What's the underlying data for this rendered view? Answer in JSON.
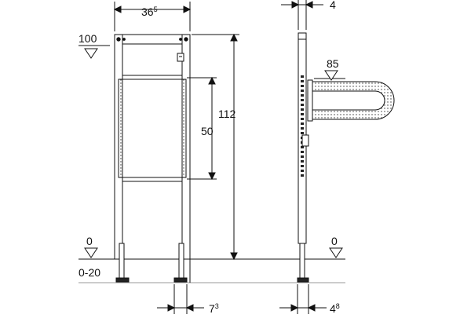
{
  "dimensions": {
    "frame_width": {
      "base": "36",
      "sup": "5"
    },
    "frame_height": "112",
    "frame_opening": "50",
    "top_level": "100",
    "floor_left": "0",
    "floor_range": "0-20",
    "foot_width": {
      "base": "7",
      "sup": "3"
    },
    "side_depth_top": "4",
    "handle_height": "85",
    "floor_right": "0",
    "side_depth_bottom": {
      "base": "4",
      "sup": "8"
    }
  }
}
